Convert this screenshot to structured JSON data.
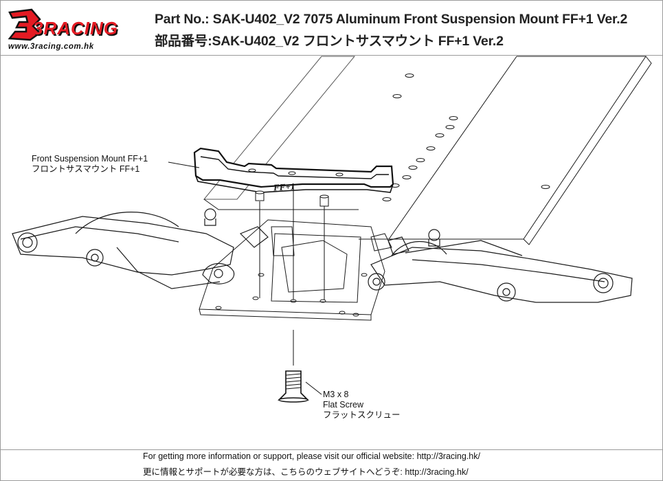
{
  "header": {
    "logo_word": "3RACING",
    "logo_url": "www.3racing.com.hk",
    "title_en": "Part No.: SAK-U402_V2 7075 Aluminum Front Suspension Mount FF+1 Ver.2",
    "title_jp": "部品番号:SAK-U402_V2 フロントサスマウント FF+1 Ver.2"
  },
  "diagram": {
    "mount_engraving": "FF+1",
    "callouts": {
      "mount": {
        "line1": "Front Suspension Mount FF+1",
        "line2": "フロントサスマウント FF+1"
      },
      "screw": {
        "line1": "M3 x 8",
        "line2": "Flat Screw",
        "line3": "フラットスクリュー"
      }
    }
  },
  "footer": {
    "line_en": "For getting more information or support, please visit our official website: http://3racing.hk/",
    "line_jp": "更に情報とサポートが必要な方は、こちらのウェブサイトへどうぞ: http://3racing.hk/"
  },
  "colors": {
    "brand_red": "#e41b23",
    "line_art": "#1a1a1a",
    "part_highlight": "#111111"
  }
}
